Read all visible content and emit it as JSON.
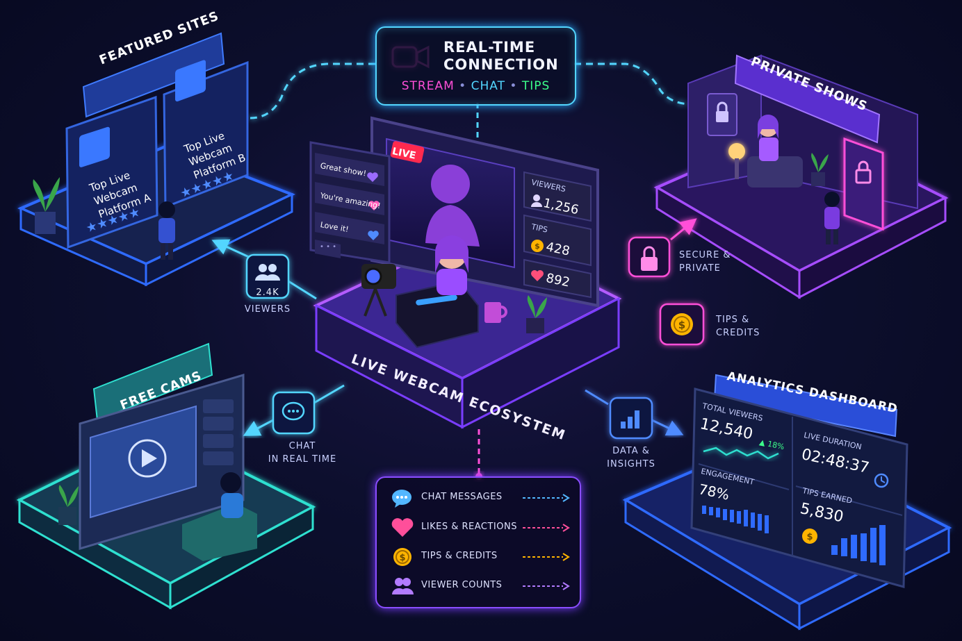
{
  "realtime": {
    "title_line1": "REAL-TIME",
    "title_line2": "CONNECTION",
    "sub_stream": "STREAM",
    "sub_chat": "CHAT",
    "sub_tips": "TIPS",
    "sep": "•"
  },
  "featured": {
    "title": "FEATURED SITES",
    "card_a": {
      "line1": "Top Live",
      "line2": "Webcam",
      "line3": "Platform A"
    },
    "card_b": {
      "line1": "Top Live",
      "line2": "Webcam",
      "line3": "Platform B"
    }
  },
  "private": {
    "title": "PRIVATE SHOWS"
  },
  "free": {
    "title": "FREE CAMS"
  },
  "analytics": {
    "title": "ANALYTICS DASHBOARD",
    "total_viewers_label": "TOTAL VIEWERS",
    "total_viewers": "12,540",
    "growth": "▲ 18%",
    "live_duration_label": "LIVE DURATION",
    "live_duration": "02:48:37",
    "engagement_label": "ENGAGEMENT",
    "engagement": "78%",
    "tips_earned_label": "TIPS EARNED",
    "tips_earned": "5,830"
  },
  "stream": {
    "live_badge": "LIVE",
    "viewers_label": "VIEWERS",
    "viewers": "1,256",
    "tips_label": "TIPS",
    "tips": "428",
    "likes": "892",
    "chat": [
      "Great show!",
      "You're amazing!",
      "Love it!"
    ],
    "typing": "• • •",
    "platform_label": "LIVE WEBCAM ECOSYSTEM"
  },
  "connectors": {
    "viewers_count": "2.4K",
    "viewers_label": "VIEWERS",
    "secure_line1": "SECURE &",
    "secure_line2": "PRIVATE",
    "tips_line1": "TIPS &",
    "tips_line2": "CREDITS",
    "chat_line1": "CHAT",
    "chat_line2": "IN REAL TIME",
    "data_line1": "DATA &",
    "data_line2": "INSIGHTS"
  },
  "legend": [
    {
      "label": "CHAT MESSAGES",
      "icon": "chat-bubble-icon",
      "color": "#53b7ff"
    },
    {
      "label": "LIKES & REACTIONS",
      "icon": "heart-icon",
      "color": "#ff4f9a"
    },
    {
      "label": "TIPS & CREDITS",
      "icon": "coin-icon",
      "color": "#ffb400"
    },
    {
      "label": "VIEWER COUNTS",
      "icon": "users-icon",
      "color": "#b27bff"
    }
  ],
  "colors": {
    "cyan": "#53d6ff",
    "magenta": "#ff4fd8",
    "purple": "#8a4dff",
    "blue": "#2f6bff",
    "teal": "#2fe0d0",
    "green": "#3cff8a"
  }
}
